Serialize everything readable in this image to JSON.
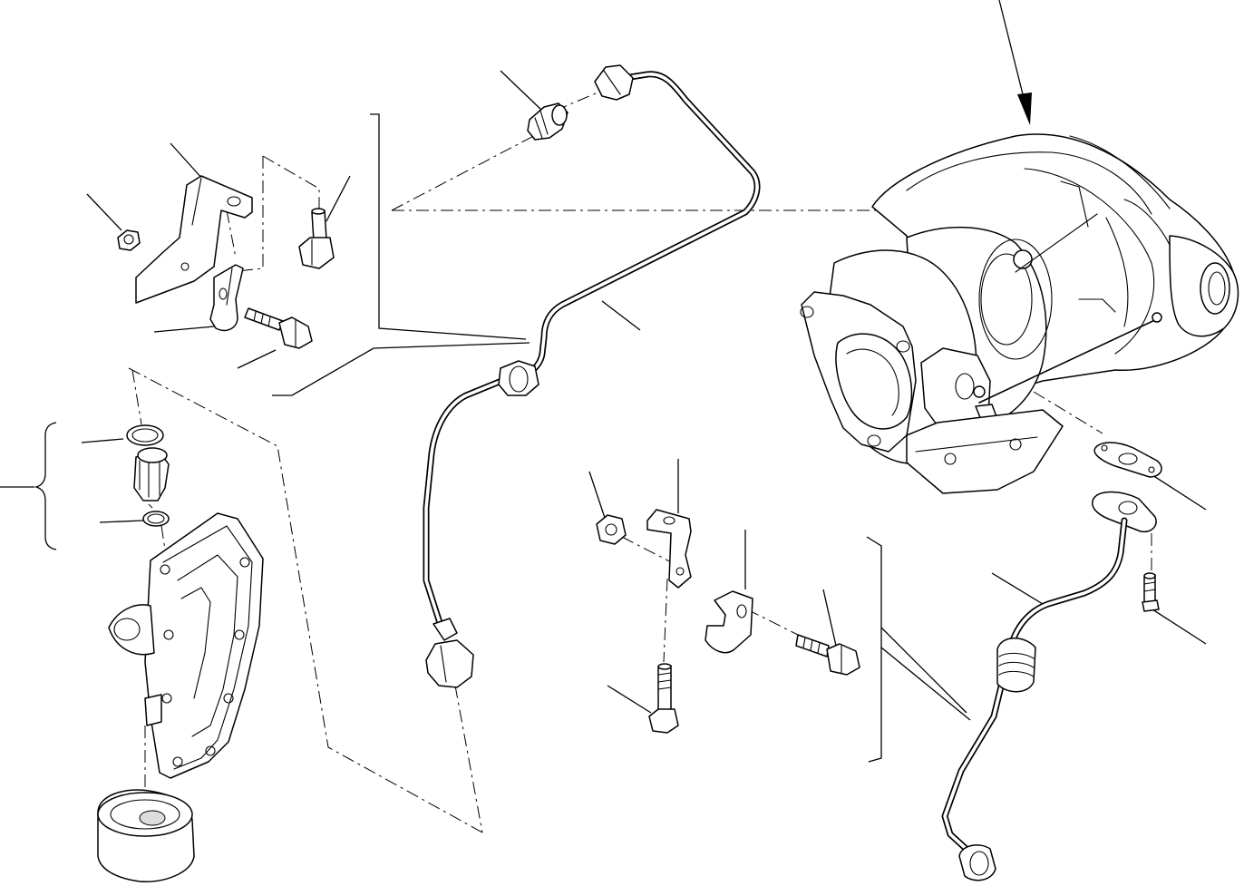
{
  "drawing": {
    "style": "line-art",
    "background": "#ffffff",
    "stroke": "#000000"
  },
  "parts": [
    {
      "name": "turbocharger"
    },
    {
      "name": "oil-supply-tube"
    },
    {
      "name": "oil-return-tube"
    },
    {
      "name": "oil-filter-head"
    },
    {
      "name": "oil-filter-element"
    },
    {
      "name": "tube-connector-fitting"
    },
    {
      "name": "o-ring-upper"
    },
    {
      "name": "o-ring-lower"
    },
    {
      "name": "support-bracket-upper"
    },
    {
      "name": "support-bracket-lower"
    },
    {
      "name": "tube-clamp-upper"
    },
    {
      "name": "tube-clamp-lower"
    },
    {
      "name": "nut-upper"
    },
    {
      "name": "nut-lower"
    },
    {
      "name": "stud-upper"
    },
    {
      "name": "bolt-upper"
    },
    {
      "name": "bolt-lower-vertical"
    },
    {
      "name": "bolt-lower-horizontal"
    },
    {
      "name": "gasket-return-flange"
    },
    {
      "name": "bolt-return-flange"
    },
    {
      "name": "union-adapter"
    }
  ]
}
